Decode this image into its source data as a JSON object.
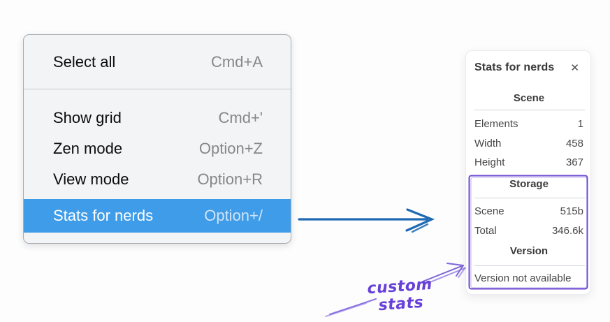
{
  "menu": {
    "sections": [
      {
        "items": [
          {
            "label": "Select all",
            "shortcut": "Cmd+A"
          }
        ]
      },
      {
        "items": [
          {
            "label": "Show grid",
            "shortcut": "Cmd+'"
          },
          {
            "label": "Zen mode",
            "shortcut": "Option+Z"
          },
          {
            "label": "View mode",
            "shortcut": "Option+R"
          },
          {
            "label": "Stats for nerds",
            "shortcut": "Option+/",
            "selected": true
          }
        ]
      }
    ]
  },
  "panel": {
    "title": "Stats for nerds",
    "close_glyph": "✕",
    "sections": [
      {
        "heading": "Scene",
        "rows": [
          {
            "label": "Elements",
            "value": "1"
          },
          {
            "label": "Width",
            "value": "458"
          },
          {
            "label": "Height",
            "value": "367"
          }
        ]
      },
      {
        "heading": "Storage",
        "rows": [
          {
            "label": "Scene",
            "value": "515b"
          },
          {
            "label": "Total",
            "value": "346.6k"
          }
        ]
      },
      {
        "heading": "Version",
        "note": "Version not available"
      }
    ]
  },
  "annotation": {
    "label": "custom stats"
  },
  "colors": {
    "menu_highlight": "#3f9ce8",
    "blue_arrow": "#1d69b3",
    "purple_box": "#6d4ad0",
    "purple_sketch": "#7e66db",
    "annotation_text": "#6640d8"
  }
}
